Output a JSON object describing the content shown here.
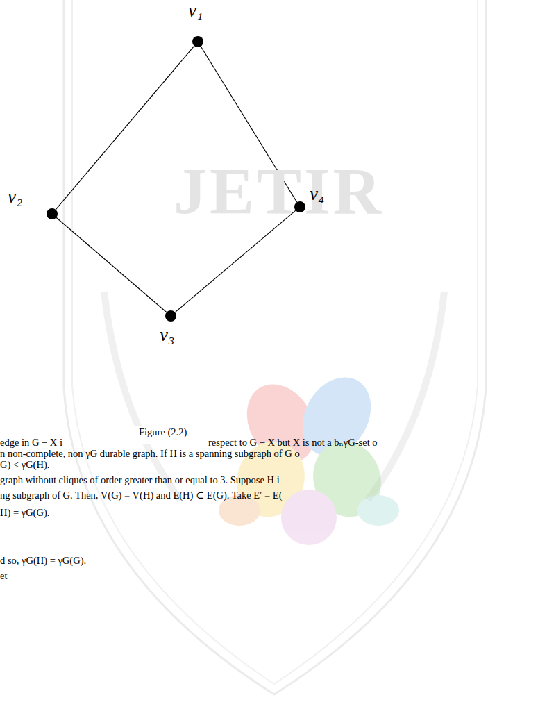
{
  "diagram": {
    "caption": "Figure (2.2)",
    "nodes": [
      {
        "text": [
          "v₁"
        ]
      },
      {
        "text": [
          "v₂"
        ]
      },
      {
        "text": [
          "v₄"
        ]
      },
      {
        "text": [
          "v₃"
        ]
      }
    ],
    "edges": [
      {
        "from": 0,
        "to": 1,
        "arrow": "none"
      },
      {
        "from": 1,
        "to": 3,
        "arrow": "none"
      },
      {
        "from": 3,
        "to": 2,
        "arrow": "none"
      },
      {
        "from": 2,
        "to": 0,
        "arrow": "none"
      }
    ],
    "labels": [
      "JETIR",
      "edge in G − X i",
      "respect to G − X but X is not a bₙγG-set o",
      "n non-complete, non γG durable graph. If H is a spanning subgraph of G o",
      "G) < γG(H).",
      "graph without cliques of order greater than or equal to 3.  Suppose H i",
      "ng subgraph of G. Then, V(G) = V(H) and E(H) ⊂ E(G). Take E′ = E(",
      "H) = γG(G).",
      "d so, γG(H) = γG(G).",
      "et"
    ]
  }
}
